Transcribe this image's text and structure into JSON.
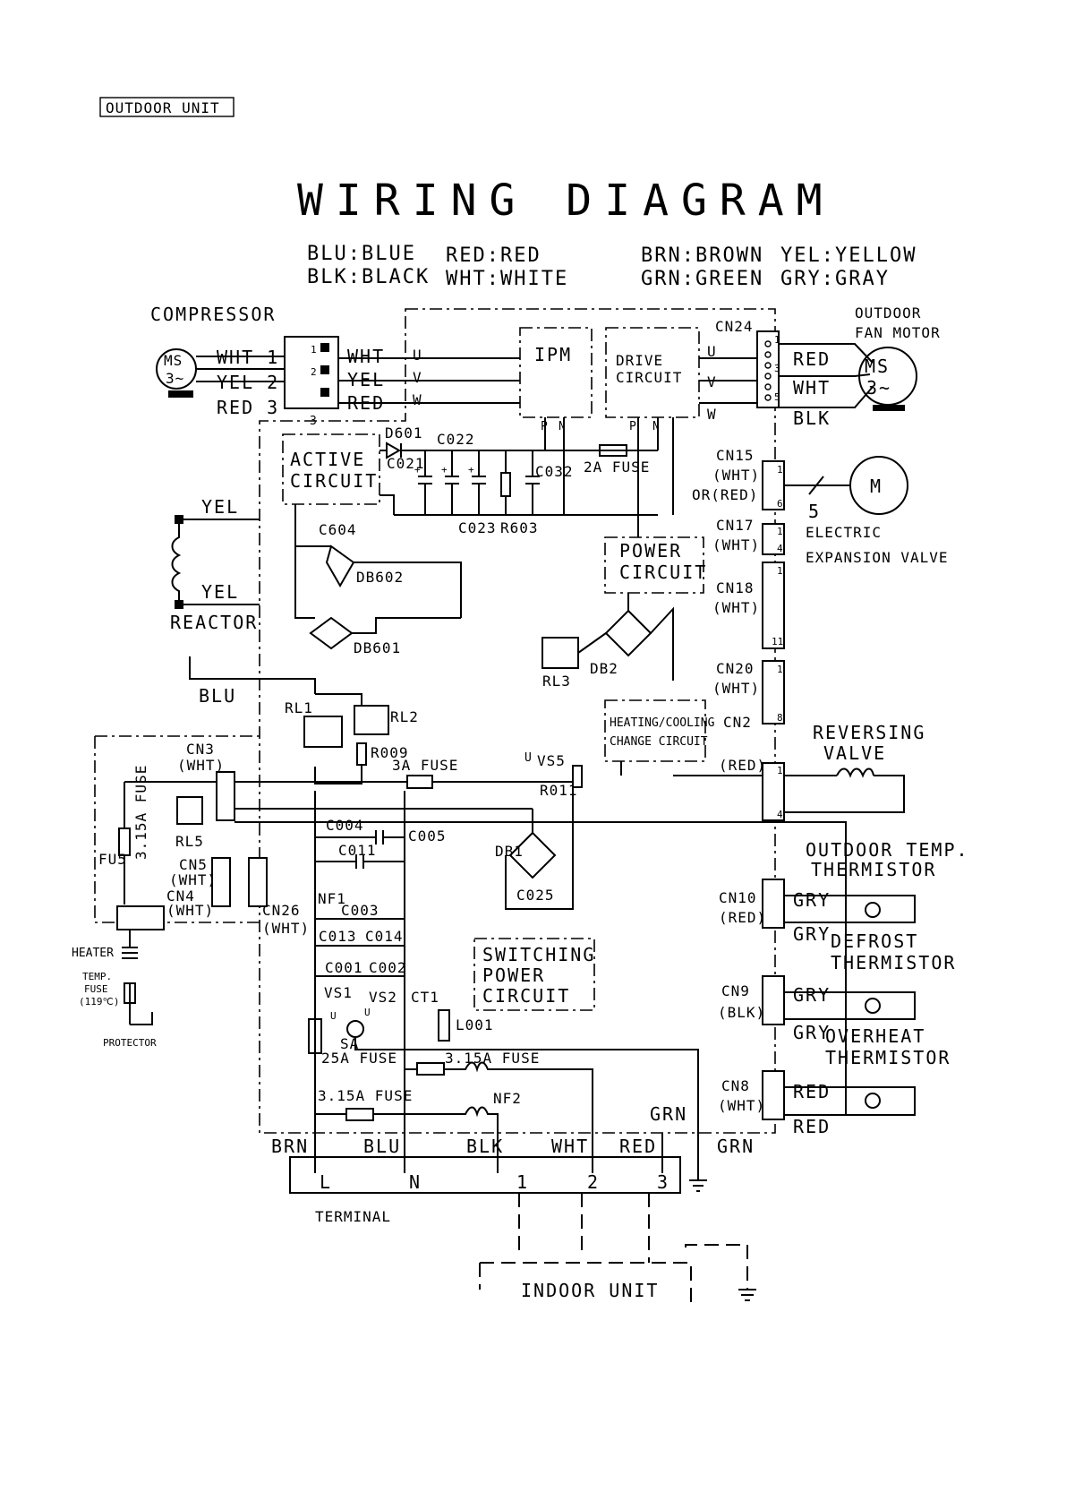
{
  "header": {
    "unit_tag": "OUTDOOR UNIT",
    "title": "WIRING DIAGRAM"
  },
  "legend": [
    "BLU:BLUE",
    "BLK:BLACK",
    "RED:RED",
    "WHT:WHITE",
    "BRN:BROWN",
    "GRN:GREEN",
    "YEL:YELLOW",
    "GRY:GRAY"
  ],
  "compressor": {
    "title": "COMPRESSOR",
    "motor_line1": "MS",
    "motor_line2": "3~",
    "wire_labels": [
      "WHT 1",
      "YEL 2",
      "RED 3"
    ],
    "pins": [
      "1",
      "2",
      "3"
    ],
    "out_labels": [
      "WHT",
      "YEL",
      "RED"
    ],
    "phases": [
      "U",
      "V",
      "W"
    ]
  },
  "fan": {
    "title_line1": "OUTDOOR",
    "title_line2": "FAN MOTOR",
    "motor_line1": "MS",
    "motor_line2": "3~",
    "wire_labels": [
      "RED",
      "WHT",
      "BLK"
    ],
    "connector": "CN24",
    "pins": [
      "1",
      "3",
      "5"
    ]
  },
  "ipm": {
    "label": "IPM",
    "p": "P",
    "n": "N"
  },
  "drive": {
    "line1": "DRIVE",
    "line2": "CIRCUIT",
    "phases": [
      "U",
      "V",
      "W"
    ],
    "p": "P",
    "n": "N"
  },
  "active": {
    "line1": "ACTIVE",
    "line2": "CIRCUIT"
  },
  "parts": {
    "d601": "D601",
    "c022": "C022",
    "c021": "C021",
    "c032": "C032",
    "c023": "C023",
    "r603": "R603",
    "fuse2a": "2A FUSE",
    "c604": "C604",
    "db602": "DB602",
    "db601": "DB601",
    "rl3": "RL3",
    "db2": "DB2",
    "rl1": "RL1",
    "rl2": "RL2",
    "r009": "R009",
    "fuse3a": "3A FUSE",
    "vs5": "VS5",
    "r011": "R011",
    "c004": "C004",
    "c005": "C005",
    "c011": "C011",
    "db1": "DB1",
    "c025": "C025",
    "nf1": "NF1",
    "c003": "C003",
    "c013": "C013",
    "c014": "C014",
    "c001": "C001",
    "c002": "C002",
    "vs1": "VS1",
    "vs2": "VS2",
    "ct1": "CT1",
    "l001": "L001",
    "sa": "SA",
    "fuse25a": "25A FUSE",
    "fuse315a_1": "3.15A FUSE",
    "fuse315a_2": "3.15A FUSE",
    "nf2": "NF2",
    "rl5": "RL5",
    "fu5": "FU5",
    "fu5_rating": "3.15A FUSE",
    "ul1": "U",
    "ul2": "U",
    "ul3": "U"
  },
  "power_circuit": {
    "line1": "POWER",
    "line2": "CIRCUIT"
  },
  "switching": {
    "line1": "SWITCHING",
    "line2": "POWER",
    "line3": "CIRCUIT"
  },
  "heatcool": {
    "line1": "HEATING/COOLING",
    "line2": "CHANGE CIRCUIT"
  },
  "reactor": {
    "label": "REACTOR",
    "wire_top": "YEL",
    "wire_bottom": "YEL"
  },
  "blu_wire": "BLU",
  "connectors": {
    "cn15": "CN15",
    "cn15_color": "(WHT)",
    "cn15_alt": "OR(RED)",
    "cn17": "CN17",
    "cn17_color": "(WHT)",
    "cn18": "CN18",
    "cn18_color": "(WHT)",
    "cn20": "CN20",
    "cn20_color": "(WHT)",
    "cn2": "CN2",
    "cn2_color": "(RED)",
    "cn10": "CN10",
    "cn10_color": "(RED)",
    "cn9": "CN9",
    "cn9_color": "(BLK)",
    "cn8": "CN8",
    "cn8_color": "(WHT)",
    "cn3": "CN3",
    "cn3_color": "(WHT)",
    "cn5": "CN5",
    "cn5_color": "(WHT)",
    "cn4": "CN4",
    "cn4_color": "(WHT)",
    "cn26": "CN26",
    "cn26_color": "(WHT)"
  },
  "pins": {
    "p1": "1",
    "p2": "2",
    "p3": "3",
    "p4": "4",
    "p5": "5",
    "p6": "6",
    "p8": "8",
    "p11": "11"
  },
  "eev": {
    "motor": "M",
    "count": "5",
    "line1": "ELECTRIC",
    "line2": "EXPANSION VALVE"
  },
  "reversing": {
    "line1": "REVERSING",
    "line2": "VALVE"
  },
  "thermistors": [
    {
      "line1": "OUTDOOR TEMP.",
      "line2": "THERMISTOR",
      "wire_top": "GRY",
      "wire_bottom": "GRY"
    },
    {
      "line1": "DEFROST",
      "line2": "THERMISTOR",
      "wire_top": "GRY",
      "wire_bottom": "GRY"
    },
    {
      "line1": "OVERHEAT",
      "line2": "THERMISTOR",
      "wire_top": "RED",
      "wire_bottom": "RED"
    }
  ],
  "heater": {
    "heater": "HEATER",
    "temp_fuse_1": "TEMP.",
    "temp_fuse_2": "FUSE",
    "temp_fuse_3": "(119℃)",
    "protector": "PROTECTOR"
  },
  "terminal": {
    "title": "TERMINAL",
    "wires": [
      "BRN",
      "BLU",
      "BLK",
      "WHT",
      "RED",
      "GRN"
    ],
    "grn_inner": "GRN",
    "points": [
      "L",
      "N",
      "1",
      "2",
      "3"
    ]
  },
  "indoor": "INDOOR UNIT"
}
